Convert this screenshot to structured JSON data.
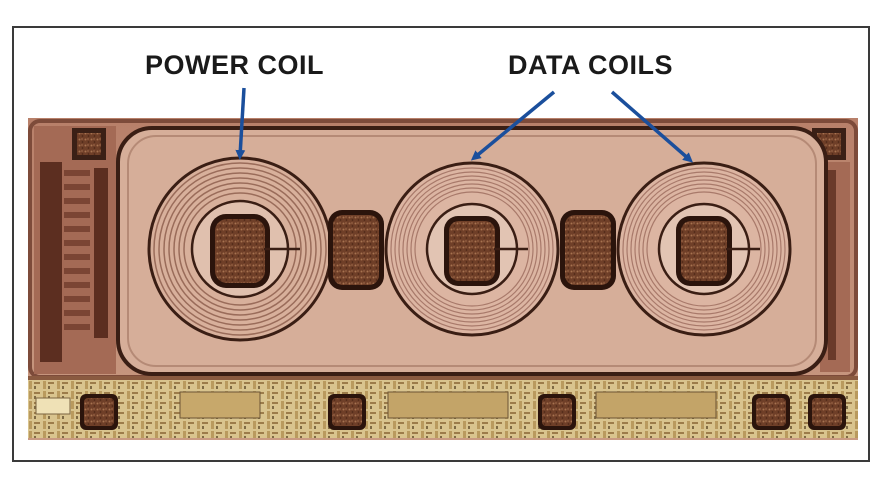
{
  "annotations": {
    "power_coil_label": "POWER COIL",
    "data_coils_label": "DATA COILS"
  },
  "colors": {
    "die_base": "#c99a82",
    "die_dark": "#8a5140",
    "coil_plate": "#d9b3a0",
    "pad_texture": "#6b3c25",
    "bottom_circuit": "#d8c28a",
    "arrow": "#1b4f9c"
  },
  "coils": [
    {
      "role": "power",
      "name": "power-coil"
    },
    {
      "role": "data",
      "name": "data-coil-1"
    },
    {
      "role": "data",
      "name": "data-coil-2"
    }
  ]
}
